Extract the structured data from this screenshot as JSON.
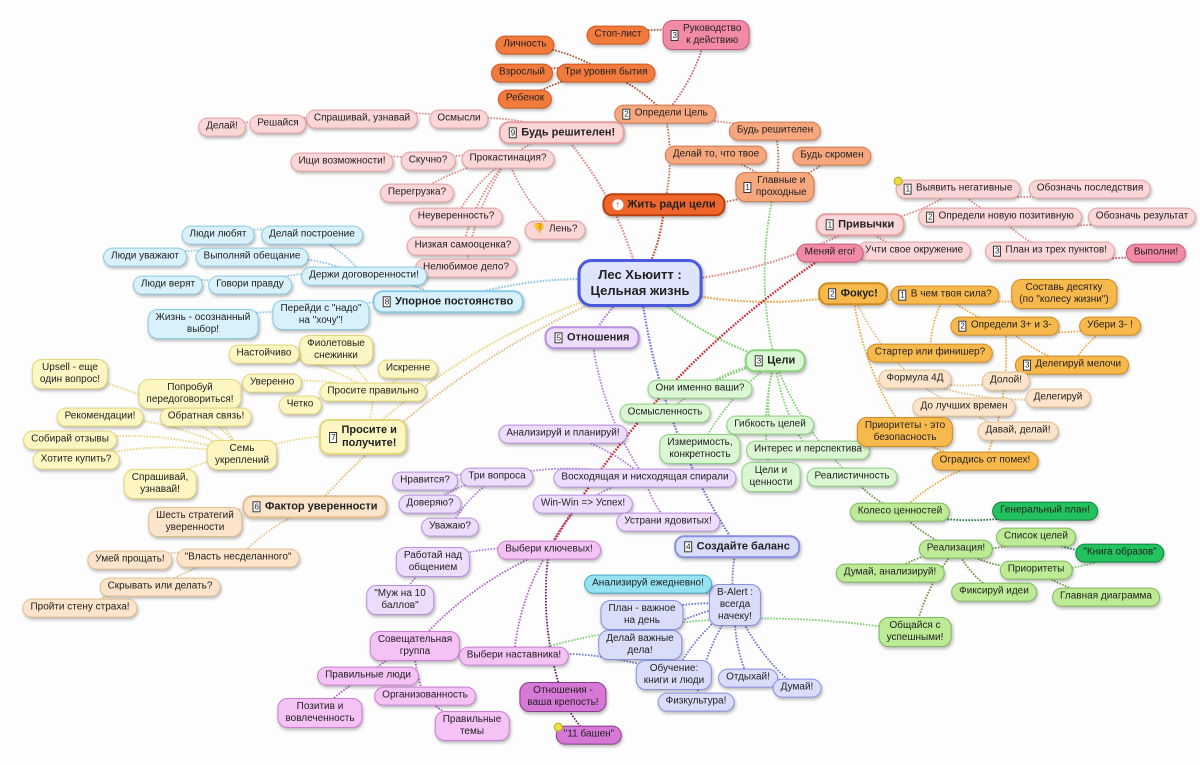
{
  "title": "Лес Хьюитт : Цельная жизнь",
  "colors": {
    "root_border": "#4a5ad8",
    "red": "#e08a8a",
    "orange": "#b85030",
    "blue": "#8cc8e6",
    "yellow": "#e8d880",
    "peach": "#e4c090",
    "purple": "#b47ae0",
    "green": "#7cd070",
    "amber": "#f0a840",
    "lavender": "#6a78d8",
    "crosslink_red": "#d02030"
  },
  "nodes": [
    {
      "id": "root",
      "text": "Лес Хьюитт :\nЦельная жизнь",
      "style": "root"
    },
    {
      "id": "zhit",
      "text": "Жить ради цели",
      "parent": "root",
      "style": "rootorange",
      "bold": true,
      "icon": "arrow-up-icon"
    },
    {
      "id": "opr",
      "text": "Определи Цель",
      "badge": "2",
      "parent": "zhit",
      "style": "salmon"
    },
    {
      "id": "tri",
      "text": "Три уровня бытия",
      "parent": "opr",
      "style": "orange"
    },
    {
      "id": "lich",
      "text": "Личность",
      "parent": "tri",
      "style": "orange"
    },
    {
      "id": "vzr",
      "text": "Взрослый",
      "parent": "tri",
      "style": "orange"
    },
    {
      "id": "reb",
      "text": "Ребенок",
      "parent": "tri",
      "style": "orange"
    },
    {
      "id": "ruk",
      "text": "Руководство\nк действию",
      "badge": "3",
      "parent": "opr",
      "style": "hotpink"
    },
    {
      "id": "stop",
      "text": "Стоп-лист",
      "parent": "ruk",
      "style": "orange"
    },
    {
      "id": "glav",
      "text": "Главные и\nпроходные",
      "badge": "1",
      "parent": "zhit",
      "style": "salmon"
    },
    {
      "id": "bud_r",
      "text": "Будь решителен",
      "parent": "glav",
      "style": "salmon"
    },
    {
      "id": "delai_tvoe",
      "text": "Делай то, что твое",
      "parent": "glav",
      "style": "salmon"
    },
    {
      "id": "skromen",
      "text": "Будь скромен",
      "parent": "glav",
      "style": "salmon"
    },
    {
      "id": "b9",
      "text": "Будь решителен!",
      "badge": "9",
      "parent": "root",
      "style": "red",
      "bold": true
    },
    {
      "id": "osm",
      "text": "Осмысли",
      "parent": "b9",
      "style": "red"
    },
    {
      "id": "spr",
      "text": "Спрашивай, узнавай",
      "parent": "osm",
      "style": "red"
    },
    {
      "id": "resh",
      "text": "Решайся",
      "parent": "spr",
      "style": "red"
    },
    {
      "id": "delai",
      "text": "Делай!",
      "parent": "resh",
      "style": "red"
    },
    {
      "id": "prok",
      "text": "Прокастинация?",
      "parent": "b9",
      "style": "red"
    },
    {
      "id": "skuch",
      "text": "Скучно?",
      "parent": "prok",
      "style": "red"
    },
    {
      "id": "ishi",
      "text": "Ищи возможности!",
      "parent": "skuch",
      "style": "red"
    },
    {
      "id": "pereg",
      "text": "Перегрузка?",
      "parent": "prok",
      "style": "red"
    },
    {
      "id": "neuv",
      "text": "Неуверенность?",
      "parent": "prok",
      "style": "red"
    },
    {
      "id": "len",
      "text": "Лень?",
      "parent": "prok",
      "style": "red",
      "icon": "thumbs-down-icon"
    },
    {
      "id": "nizk",
      "text": "Низкая самооценка?",
      "parent": "prok",
      "style": "red"
    },
    {
      "id": "nelub",
      "text": "Нелюбимое дело?",
      "parent": "prok",
      "style": "red"
    },
    {
      "id": "priv",
      "text": "Привычки",
      "badge": "1",
      "parent": "root",
      "style": "red",
      "bold": true
    },
    {
      "id": "vyyav",
      "text": "Выявить негативные",
      "badge": "1",
      "parent": "priv",
      "style": "red",
      "dot": true
    },
    {
      "id": "oboz_p",
      "text": "Обозначь последствия",
      "parent": "vyyav",
      "style": "red"
    },
    {
      "id": "opr_poz",
      "text": "Определи новую позитивную",
      "badge": "2",
      "parent": "vyyav",
      "style": "red"
    },
    {
      "id": "oboz_r",
      "text": "Обозначь результат",
      "parent": "opr_poz",
      "style": "red"
    },
    {
      "id": "plan3",
      "text": "План из трех пунктов!",
      "badge": "3",
      "parent": "opr_poz",
      "style": "red"
    },
    {
      "id": "vypoln",
      "text": "Выполни!",
      "parent": "plan3",
      "style": "hotpink"
    },
    {
      "id": "uchti",
      "text": "Учти свое окружение",
      "parent": "priv",
      "style": "red"
    },
    {
      "id": "menyai",
      "text": "Меняй его!",
      "parent": "uchti",
      "style": "hotpink"
    },
    {
      "id": "up8",
      "text": "Упорное постоянство",
      "badge": "8",
      "parent": "root",
      "style": "blue",
      "bold": true
    },
    {
      "id": "derzh",
      "text": "Держи договоренности!",
      "parent": "up8",
      "style": "blue"
    },
    {
      "id": "delai_p",
      "text": "Делай построение",
      "parent": "derzh",
      "style": "blue"
    },
    {
      "id": "lyubyat",
      "text": "Люди любят",
      "parent": "delai_p",
      "style": "blue"
    },
    {
      "id": "vypoln_ob",
      "text": "Выполняй обещание",
      "parent": "derzh",
      "style": "blue"
    },
    {
      "id": "uvazh",
      "text": "Люди уважают",
      "parent": "vypoln_ob",
      "style": "blue"
    },
    {
      "id": "govori",
      "text": "Говори правду",
      "parent": "derzh",
      "style": "blue"
    },
    {
      "id": "veryat",
      "text": "Люди верят",
      "parent": "govori",
      "style": "blue"
    },
    {
      "id": "pereidi",
      "text": "Перейди с \"надо\"\nна \"хочу\"!",
      "parent": "up8",
      "style": "blue"
    },
    {
      "id": "zhizn",
      "text": "Жизнь - осознанный\nвыбор!",
      "parent": "pereidi",
      "style": "blue"
    },
    {
      "id": "pr7",
      "text": "Просите и\nполучите!",
      "badge": "7",
      "parent": "root",
      "style": "yellow",
      "bold": true
    },
    {
      "id": "prosite",
      "text": "Просите правильно",
      "parent": "pr7",
      "style": "yellow"
    },
    {
      "id": "fiol",
      "text": "Фиолетовые\nснежинки",
      "parent": "prosite",
      "style": "yellow"
    },
    {
      "id": "nast",
      "text": "Настойчиво",
      "parent": "prosite",
      "style": "yellow"
    },
    {
      "id": "iskr",
      "text": "Искренне",
      "parent": "prosite",
      "style": "yellow"
    },
    {
      "id": "uver",
      "text": "Уверенно",
      "parent": "prosite",
      "style": "yellow"
    },
    {
      "id": "chetko",
      "text": "Четко",
      "parent": "prosite",
      "style": "yellow"
    },
    {
      "id": "sem",
      "text": "Семь\nукреплений",
      "parent": "pr7",
      "style": "yellow"
    },
    {
      "id": "upsell",
      "text": "Upsell - еще\nодин вопрос!",
      "parent": "sem",
      "style": "yellow"
    },
    {
      "id": "popr",
      "text": "Попробуй\nпередоговориться!",
      "parent": "sem",
      "style": "yellow"
    },
    {
      "id": "rekom",
      "text": "Рекомендации!",
      "parent": "sem",
      "style": "yellow"
    },
    {
      "id": "obrat",
      "text": "Обратная связь!",
      "parent": "sem",
      "style": "yellow"
    },
    {
      "id": "sobir",
      "text": "Собирай отзывы",
      "parent": "sem",
      "style": "yellow"
    },
    {
      "id": "hot",
      "text": "Хотите купить?",
      "parent": "sem",
      "style": "yellow"
    },
    {
      "id": "sprash",
      "text": "Спрашивай,\nузнавай!",
      "parent": "sem",
      "style": "yellow"
    },
    {
      "id": "f6",
      "text": "Фактор уверенности",
      "badge": "6",
      "parent": "root",
      "style": "peach",
      "bold": true
    },
    {
      "id": "shest",
      "text": "Шесть стратегий\nуверенности",
      "parent": "f6",
      "style": "peach"
    },
    {
      "id": "vlast",
      "text": "\"Власть несделанного\"",
      "parent": "f6",
      "style": "peach"
    },
    {
      "id": "umei",
      "text": "Умей прощать!",
      "parent": "vlast",
      "style": "peach"
    },
    {
      "id": "skryv",
      "text": "Скрывать или делать?",
      "parent": "vlast",
      "style": "peach"
    },
    {
      "id": "proiti",
      "text": "Пройти стену страха!",
      "parent": "skryv",
      "style": "peach"
    },
    {
      "id": "o5",
      "text": "Отношения",
      "badge": "5",
      "parent": "root",
      "style": "purple",
      "bold": true
    },
    {
      "id": "vosh",
      "text": "Восходящая и нисходящая спирали",
      "parent": "o5",
      "style": "purple"
    },
    {
      "id": "anal_pl",
      "text": "Анализируй и планируй!",
      "parent": "vosh",
      "style": "purple"
    },
    {
      "id": "tri_v",
      "text": "Три вопроса",
      "parent": "vosh",
      "style": "purple"
    },
    {
      "id": "nrav",
      "text": "Нравится?",
      "parent": "tri_v",
      "style": "purple"
    },
    {
      "id": "dover",
      "text": "Доверяю?",
      "parent": "tri_v",
      "style": "purple"
    },
    {
      "id": "uvazh2",
      "text": "Уважаю?",
      "parent": "tri_v",
      "style": "purple"
    },
    {
      "id": "winwin",
      "text": "Win-Win => Успех!",
      "parent": "vosh",
      "style": "purple"
    },
    {
      "id": "ustr",
      "text": "Устрани ядовитых!",
      "parent": "vosh",
      "style": "purple"
    },
    {
      "id": "vyb_kl",
      "text": "Выбери ключевых!",
      "parent": "winwin",
      "style": "magenta"
    },
    {
      "id": "rabot",
      "text": "Работай над\nобщением",
      "parent": "vyb_kl",
      "style": "purple"
    },
    {
      "id": "muzh",
      "text": "\"Муж на 10\nбаллов\"",
      "parent": "rabot",
      "style": "purple"
    },
    {
      "id": "soves",
      "text": "Совещательная\nгруппа",
      "parent": "vyb_kl",
      "style": "magenta"
    },
    {
      "id": "prav_l",
      "text": "Правильные люди",
      "parent": "soves",
      "style": "magenta"
    },
    {
      "id": "pozit",
      "text": "Позитив и\nвовлеченность",
      "parent": "prav_l",
      "style": "magenta"
    },
    {
      "id": "organ",
      "text": "Организованность",
      "parent": "soves",
      "style": "magenta"
    },
    {
      "id": "prav_t",
      "text": "Правильные\nтемы",
      "parent": "organ",
      "style": "magenta"
    },
    {
      "id": "vyb_n",
      "text": "Выбери наставника!",
      "parent": "vyb_kl",
      "style": "magenta"
    },
    {
      "id": "otn_kr",
      "text": "Отношения -\nваша крепость!",
      "parent": "vyb_kl",
      "style": "plum"
    },
    {
      "id": "bashen",
      "text": "\"11 башен\"",
      "parent": "otn_kr",
      "style": "plum",
      "dot": true
    },
    {
      "id": "b4",
      "text": "Создайте баланс",
      "badge": "4",
      "parent": "root",
      "style": "lavender",
      "bold": true
    },
    {
      "id": "balert",
      "text": "B-Alert :\nвсегда\nначеку!",
      "parent": "b4",
      "style": "lavender"
    },
    {
      "id": "anal_e",
      "text": "Анализируй ежедневно!",
      "parent": "balert",
      "style": "cyan"
    },
    {
      "id": "plan_d",
      "text": "План - важное\nна день",
      "parent": "balert",
      "style": "lavender"
    },
    {
      "id": "delai_v",
      "text": "Делай важные\nдела!",
      "parent": "balert",
      "style": "lavender"
    },
    {
      "id": "obuch",
      "text": "Обучение:\nкниги и люди",
      "parent": "balert",
      "style": "lavender"
    },
    {
      "id": "fizk",
      "text": "Физкультура!",
      "parent": "balert",
      "style": "lavender"
    },
    {
      "id": "otdyh",
      "text": "Отдыхай!",
      "parent": "balert",
      "style": "lavender"
    },
    {
      "id": "dumai",
      "text": "Думай!",
      "parent": "balert",
      "style": "lavender"
    },
    {
      "id": "c3",
      "text": "Цели",
      "badge": "3",
      "parent": "root",
      "style": "green",
      "bold": true
    },
    {
      "id": "oni",
      "text": "Они именно ваши?",
      "parent": "c3",
      "style": "green"
    },
    {
      "id": "osmysl",
      "text": "Осмысленность",
      "parent": "c3",
      "style": "green"
    },
    {
      "id": "gibk",
      "text": "Гибкость целей",
      "parent": "c3",
      "style": "green"
    },
    {
      "id": "izmer",
      "text": "Измеримость,\nконкретность",
      "parent": "c3",
      "style": "green"
    },
    {
      "id": "inter",
      "text": "Интерес и перспектива",
      "parent": "c3",
      "style": "green"
    },
    {
      "id": "celi_c",
      "text": "Цели и\nценности",
      "parent": "c3",
      "style": "green"
    },
    {
      "id": "real",
      "text": "Реалистичность",
      "parent": "c3",
      "style": "green"
    },
    {
      "id": "koleso",
      "text": "Колесо ценностей",
      "parent": "real",
      "style": "lime"
    },
    {
      "id": "gen",
      "text": "Генеральный план!",
      "parent": "koleso",
      "style": "emerald"
    },
    {
      "id": "realiz",
      "text": "Реализация!",
      "parent": "koleso",
      "style": "lime"
    },
    {
      "id": "spisok",
      "text": "Список целей",
      "parent": "realiz",
      "style": "lime"
    },
    {
      "id": "kniga",
      "text": "\"Книга образов\"",
      "parent": "spisok",
      "style": "emerald"
    },
    {
      "id": "prior",
      "text": "Приоритеты",
      "parent": "realiz",
      "style": "lime"
    },
    {
      "id": "glavd",
      "text": "Главная диаграмма",
      "parent": "prior",
      "style": "lime"
    },
    {
      "id": "dumai_a",
      "text": "Думай, анализируй!",
      "parent": "realiz",
      "style": "lime"
    },
    {
      "id": "fiks",
      "text": "Фиксируй идеи",
      "parent": "realiz",
      "style": "lime"
    },
    {
      "id": "obsh",
      "text": "Общайся с\nуспешными!",
      "parent": "realiz",
      "style": "lime"
    },
    {
      "id": "f2",
      "text": "Фокус!",
      "badge": "2",
      "parent": "root",
      "style": "amber",
      "bold": true
    },
    {
      "id": "sila",
      "text": "В чем твоя сила?",
      "badge": "1",
      "parent": "f2",
      "style": "amber"
    },
    {
      "id": "sost",
      "text": "Составь десятку\n(по \"колесу жизни\")",
      "parent": "sila",
      "style": "amber"
    },
    {
      "id": "opr3",
      "text": "Определи 3+ и 3-",
      "badge": "2",
      "parent": "sila",
      "style": "amber"
    },
    {
      "id": "uberi",
      "text": "Убери 3- !",
      "parent": "opr3",
      "style": "amber"
    },
    {
      "id": "deleg_m",
      "text": "Делегируй мелочи",
      "badge": "3",
      "parent": "opr3",
      "style": "amber"
    },
    {
      "id": "start",
      "text": "Стартер или финишер?",
      "parent": "sila",
      "style": "amber"
    },
    {
      "id": "formula",
      "text": "Формула 4Д",
      "parent": "f2",
      "style": "peach"
    },
    {
      "id": "doloi",
      "text": "Долой!",
      "parent": "formula",
      "style": "peach"
    },
    {
      "id": "deleg",
      "text": "Делегируй",
      "parent": "formula",
      "style": "peach"
    },
    {
      "id": "do_luch",
      "text": "До лучших времен",
      "parent": "formula",
      "style": "peach"
    },
    {
      "id": "davai",
      "text": "Давай, делай!",
      "parent": "do_luch",
      "style": "peach"
    },
    {
      "id": "prior_b",
      "text": "Приоритеты - это\nбезопасность",
      "parent": "f2",
      "style": "amber"
    },
    {
      "id": "ograd",
      "text": "Оградись от помех!",
      "parent": "prior_b",
      "style": "amber"
    }
  ],
  "crosslinks": [
    {
      "from": "bud_r",
      "to": "b9",
      "style": "red"
    },
    {
      "from": "glav",
      "to": "c3",
      "style": "green"
    },
    {
      "from": "menyai",
      "to": "vyb_kl",
      "style": "crosslink_red"
    },
    {
      "from": "obuch",
      "to": "vyb_n",
      "style": "lavender"
    },
    {
      "from": "obsh",
      "to": "vyb_n",
      "style": "green"
    },
    {
      "from": "uberi",
      "to": "deleg_m",
      "style": "amber"
    },
    {
      "from": "ograd",
      "to": "opr3",
      "style": "amber"
    },
    {
      "from": "ograd",
      "to": "koleso",
      "style": "amber"
    },
    {
      "from": "prior",
      "to": "kniga",
      "style": "green"
    }
  ]
}
